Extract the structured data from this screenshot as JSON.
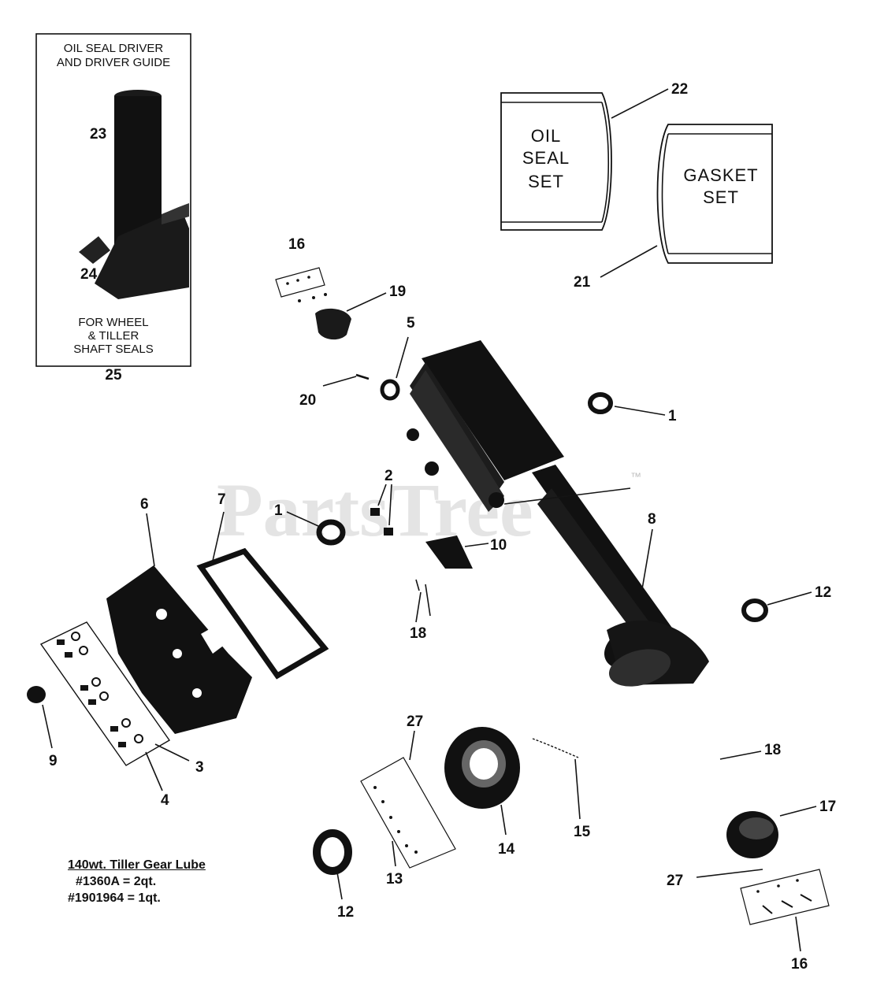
{
  "watermark": {
    "text": "PartsTree",
    "trademark": "™"
  },
  "tool_box": {
    "title_line1": "OIL SEAL DRIVER",
    "title_line2": "AND DRIVER GUIDE",
    "driver_label": "23",
    "guide_label": "24",
    "caption_line1": "FOR WHEEL",
    "caption_line2": "& TILLER",
    "caption_line3": "SHAFT SEALS",
    "kit_label": "25"
  },
  "bags": {
    "oil_seal_set": {
      "line1": "OIL",
      "line2": "SEAL",
      "line3": "SET",
      "callout": "22"
    },
    "gasket_set": {
      "line1": "GASKET",
      "line2": "SET",
      "callout": "21"
    }
  },
  "callouts": {
    "c1_right": "1",
    "c1_left": "1",
    "c2": "2",
    "c3": "3",
    "c4": "4",
    "c5": "5",
    "c6": "6",
    "c7": "7",
    "c8": "8",
    "c9": "9",
    "c10": "10",
    "c12_right": "12",
    "c12_bottom": "12",
    "c13": "13",
    "c14": "14",
    "c15": "15",
    "c16_top": "16",
    "c16_bottom": "16",
    "c17": "17",
    "c18_center": "18",
    "c18_right": "18",
    "c19": "19",
    "c20": "20",
    "c27_top": "27",
    "c27_bottom": "27"
  },
  "lube_note": {
    "title": "140wt. Tiller Gear Lube",
    "line1": "#1360A = 2qt.",
    "line2": "#1901964 = 1qt."
  }
}
